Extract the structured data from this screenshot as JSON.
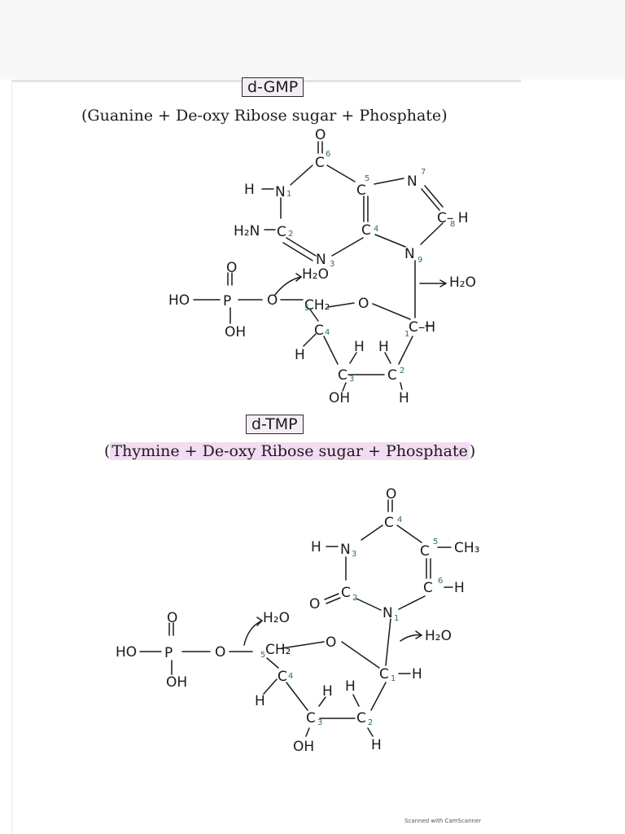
{
  "dgmp": {
    "title": "d-GMP",
    "subtitle_open": "(",
    "subtitle_text": "Guanine + De-oxy Ribose sugar + Phosphate",
    "subtitle_close": ")"
  },
  "dtmp": {
    "title": "d-TMP",
    "subtitle_open": "(",
    "subtitle_text": "Thymine + De-oxy Ribose sugar + Phosphate",
    "subtitle_close": ")"
  },
  "labels": {
    "O": "O",
    "C": "C",
    "N": "N",
    "H": "H",
    "P": "P",
    "OH": "OH",
    "HO": "HO",
    "H2N": "H₂N",
    "CH2": "CH₂",
    "CH3": "CH₃",
    "H2O": "H₂O",
    "C_H": "C– H",
    "C_H_tight": "C–H"
  },
  "numbers": {
    "n1": "1",
    "n2": "2",
    "n3": "3",
    "n4": "4",
    "n5": "5",
    "n6": "6",
    "n7": "7",
    "n8": "8",
    "n9": "9"
  },
  "footer": "Scanned with CamScanner"
}
